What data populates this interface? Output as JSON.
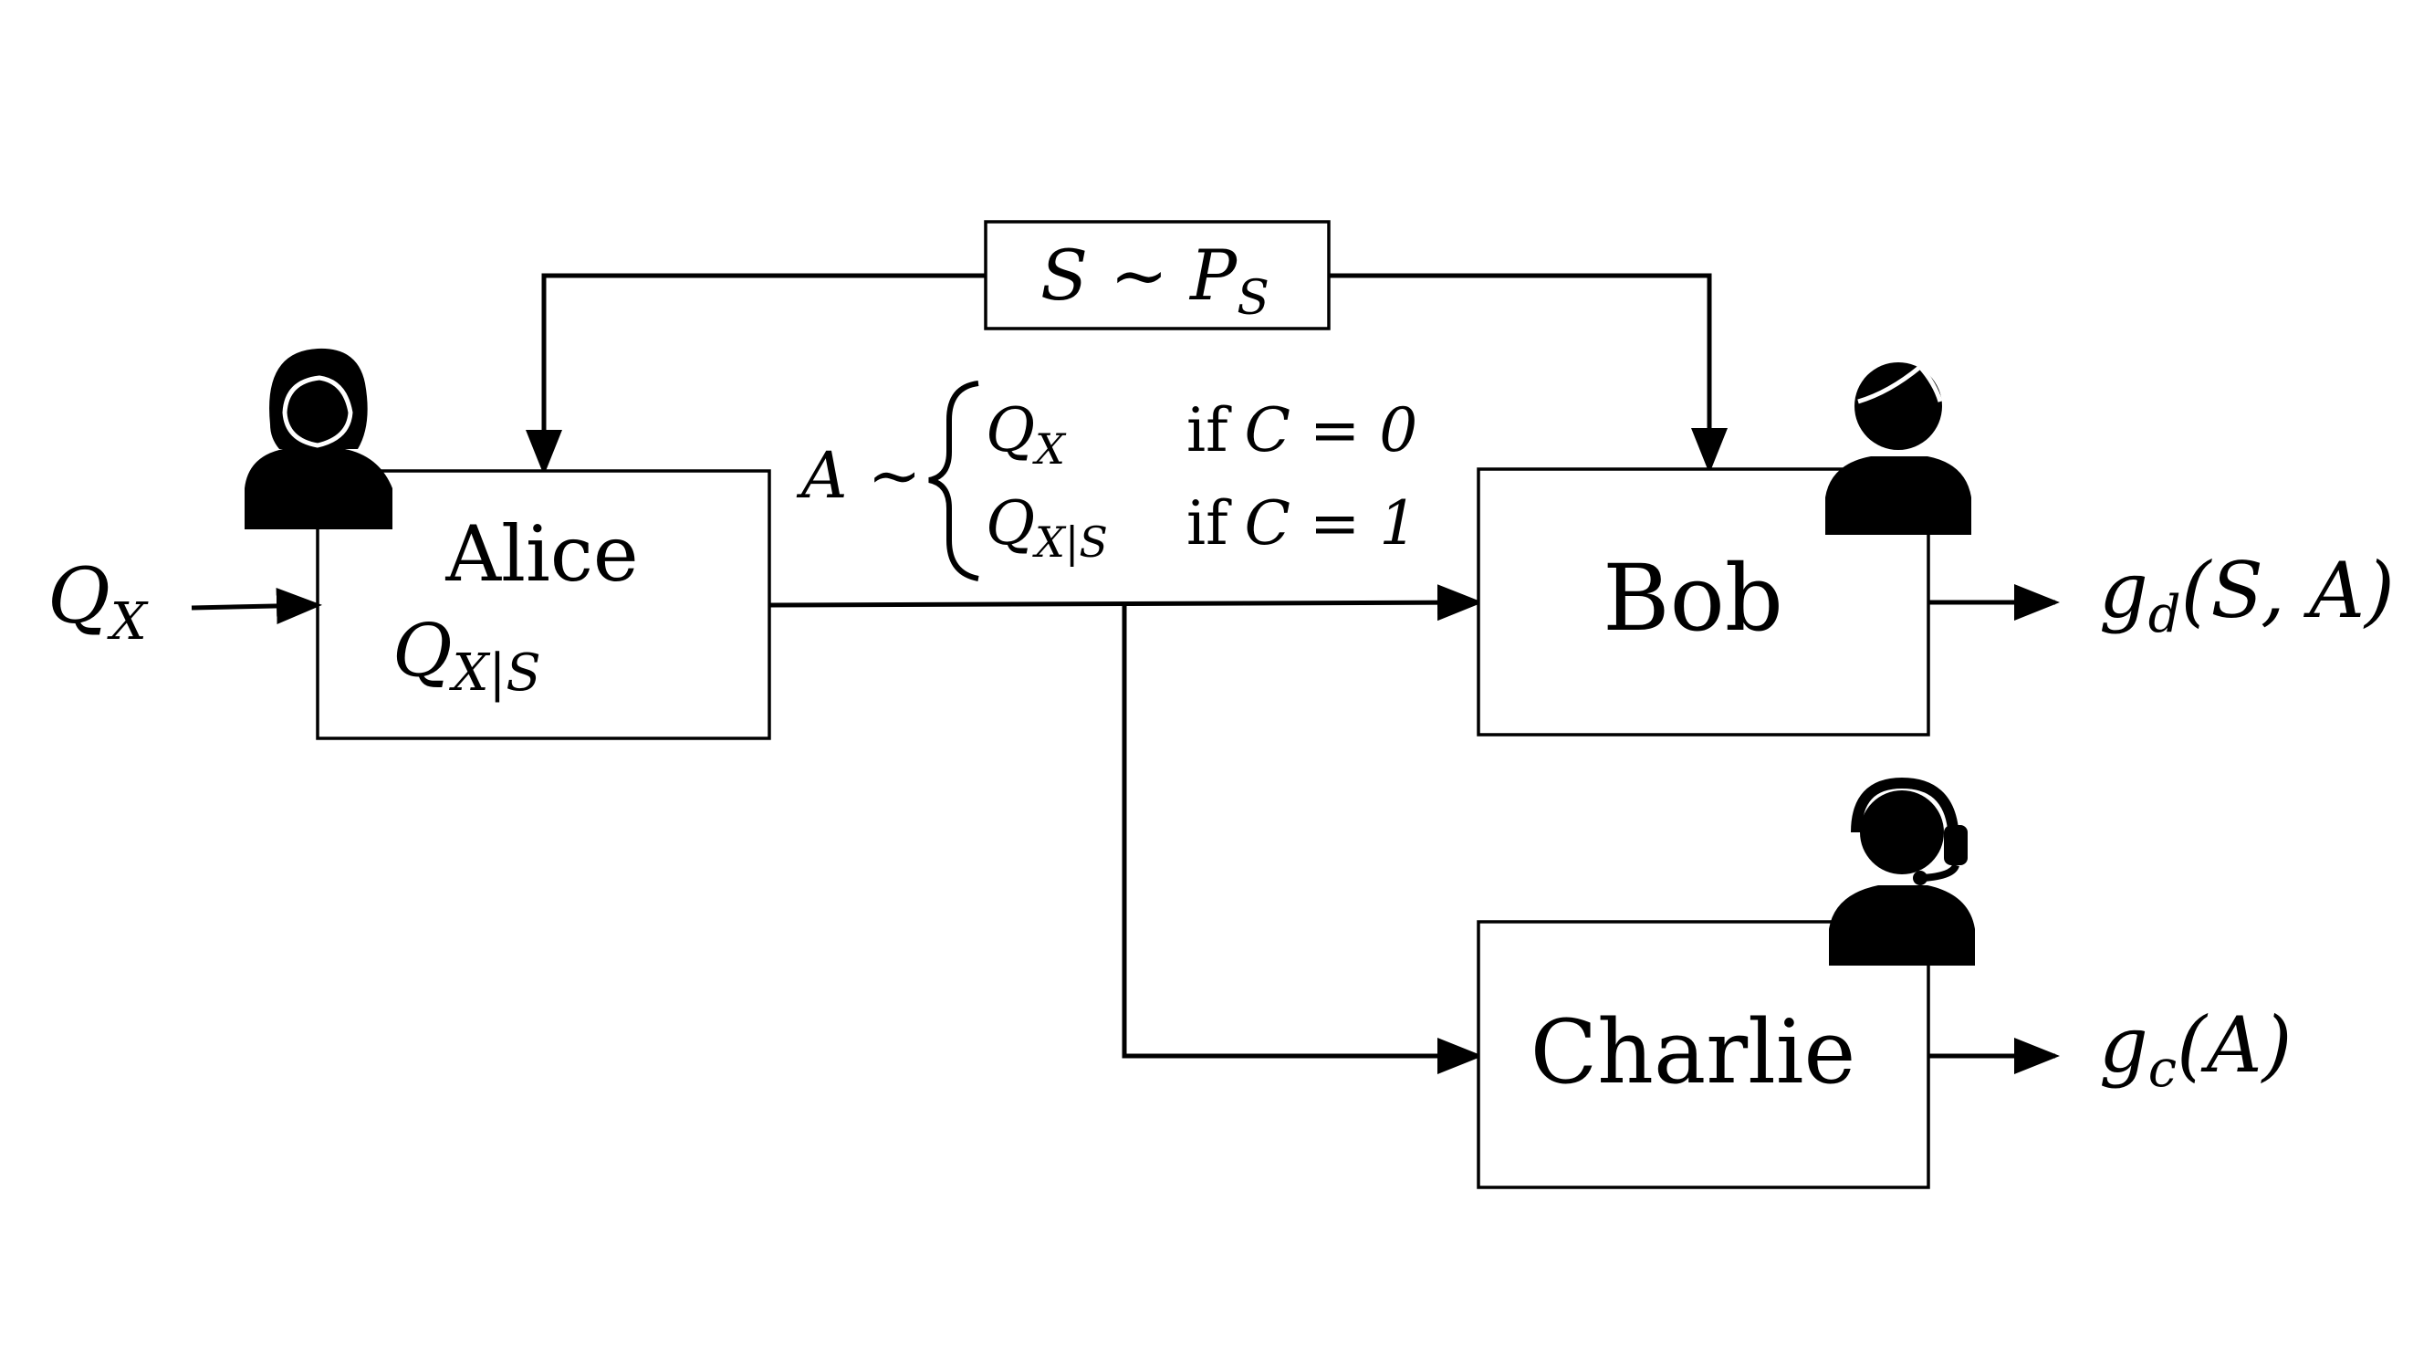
{
  "source_box": {
    "label": "S ∼ P",
    "label_sub": "S"
  },
  "alice": {
    "name": "Alice",
    "dist": "Q",
    "dist_sub": "X|S",
    "icon": "woman-icon"
  },
  "input": {
    "label": "Q",
    "label_sub": "X"
  },
  "channel": {
    "lhs": "A ∼",
    "case0_dist": "Q",
    "case0_sub": "X",
    "case0_cond_prefix": "if",
    "case0_cond": "C = 0",
    "case1_dist": "Q",
    "case1_sub": "X|S",
    "case1_cond_prefix": "if",
    "case1_cond": "C = 1"
  },
  "bob": {
    "name": "Bob",
    "icon": "man-icon",
    "output": "g",
    "output_sub": "d",
    "output_args": "(S, A)"
  },
  "charlie": {
    "name": "Charlie",
    "icon": "headset-person-icon",
    "output": "g",
    "output_sub": "c",
    "output_args": "(A)"
  }
}
